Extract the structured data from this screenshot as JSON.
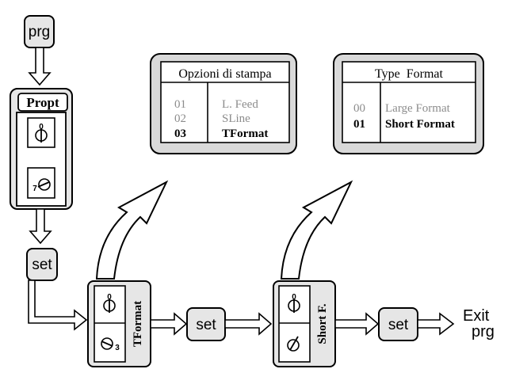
{
  "keys": {
    "prg": "prg",
    "set_1": "set",
    "set_2": "set",
    "set_3": "set"
  },
  "propt": {
    "title": "Propt",
    "top_mark": "0",
    "bottom_mark": "7"
  },
  "tformat_block": {
    "label": "TFormat",
    "top_mark": "0",
    "bottom_mark": "3"
  },
  "shortf_block": {
    "label": "Short F.",
    "top_mark": "0"
  },
  "print_options_panel": {
    "title": "Opzioni di stampa",
    "rows": [
      {
        "code": "01",
        "label": "L. Feed",
        "selected": false
      },
      {
        "code": "02",
        "label": "SLine",
        "selected": false
      },
      {
        "code": "03",
        "label": "TFormat",
        "selected": true
      }
    ]
  },
  "type_format_panel": {
    "title": "Type  Format",
    "rows": [
      {
        "code": "00",
        "label": "Large Format",
        "selected": false
      },
      {
        "code": "01",
        "label": "Short Format",
        "selected": true
      }
    ]
  },
  "exit": {
    "line1": "Exit",
    "line2": "prg"
  },
  "colors": {
    "key_fill": "#e6e6e6",
    "panel_fill": "#d9d9d9",
    "stroke": "#000000",
    "dim_text": "#8c8c8c"
  }
}
